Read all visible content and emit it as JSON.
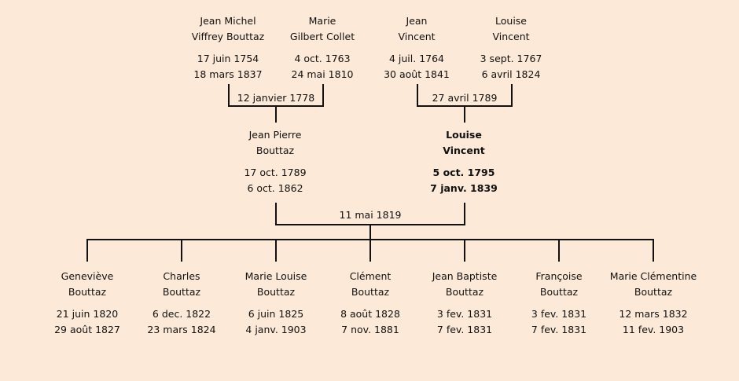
{
  "grandparents": [
    {
      "first": "Jean Michel",
      "last": "Viffrey Bouttaz",
      "birth": "17 juin 1754",
      "death": "18 mars 1837"
    },
    {
      "first": "Marie",
      "last": "Gilbert Collet",
      "birth": "4 oct. 1763",
      "death": "24 mai 1810"
    },
    {
      "first": "Jean",
      "last": "Vincent",
      "birth": "4 juil. 1764",
      "death": "30 août 1841"
    },
    {
      "first": "Louise",
      "last": "Vincent",
      "birth": "3 sept. 1767",
      "death": "6 avril 1824"
    }
  ],
  "grandparent_marriages": [
    "12 janvier 1778",
    "27 avril 1789"
  ],
  "parents": [
    {
      "first": "Jean Pierre",
      "last": "Bouttaz",
      "birth": "17 oct. 1789",
      "death": "6 oct. 1862"
    },
    {
      "first": "Louise",
      "last": "Vincent",
      "birth": "5 oct. 1795",
      "death": "7 janv. 1839",
      "highlighted": true
    }
  ],
  "parent_marriage": "11 mai 1819",
  "children": [
    {
      "first": "Geneviève",
      "last": "Bouttaz",
      "birth": "21 juin 1820",
      "death": "29 août 1827"
    },
    {
      "first": "Charles",
      "last": "Bouttaz",
      "birth": "6 dec. 1822",
      "death": "23 mars 1824"
    },
    {
      "first": "Marie Louise",
      "last": "Bouttaz",
      "birth": "6 juin 1825",
      "death": "4 janv. 1903"
    },
    {
      "first": "Clément",
      "last": "Bouttaz",
      "birth": "8 août 1828",
      "death": "7 nov. 1881"
    },
    {
      "first": "Jean Baptiste",
      "last": "Bouttaz",
      "birth": "3 fev. 1831",
      "death": "7 fev. 1831"
    },
    {
      "first": "Françoise",
      "last": "Bouttaz",
      "birth": "3 fev. 1831",
      "death": "7 fev. 1831"
    },
    {
      "first": "Marie Clémentine",
      "last": "Bouttaz",
      "birth": "12 mars 1832",
      "death": "11 fev. 1903"
    }
  ]
}
